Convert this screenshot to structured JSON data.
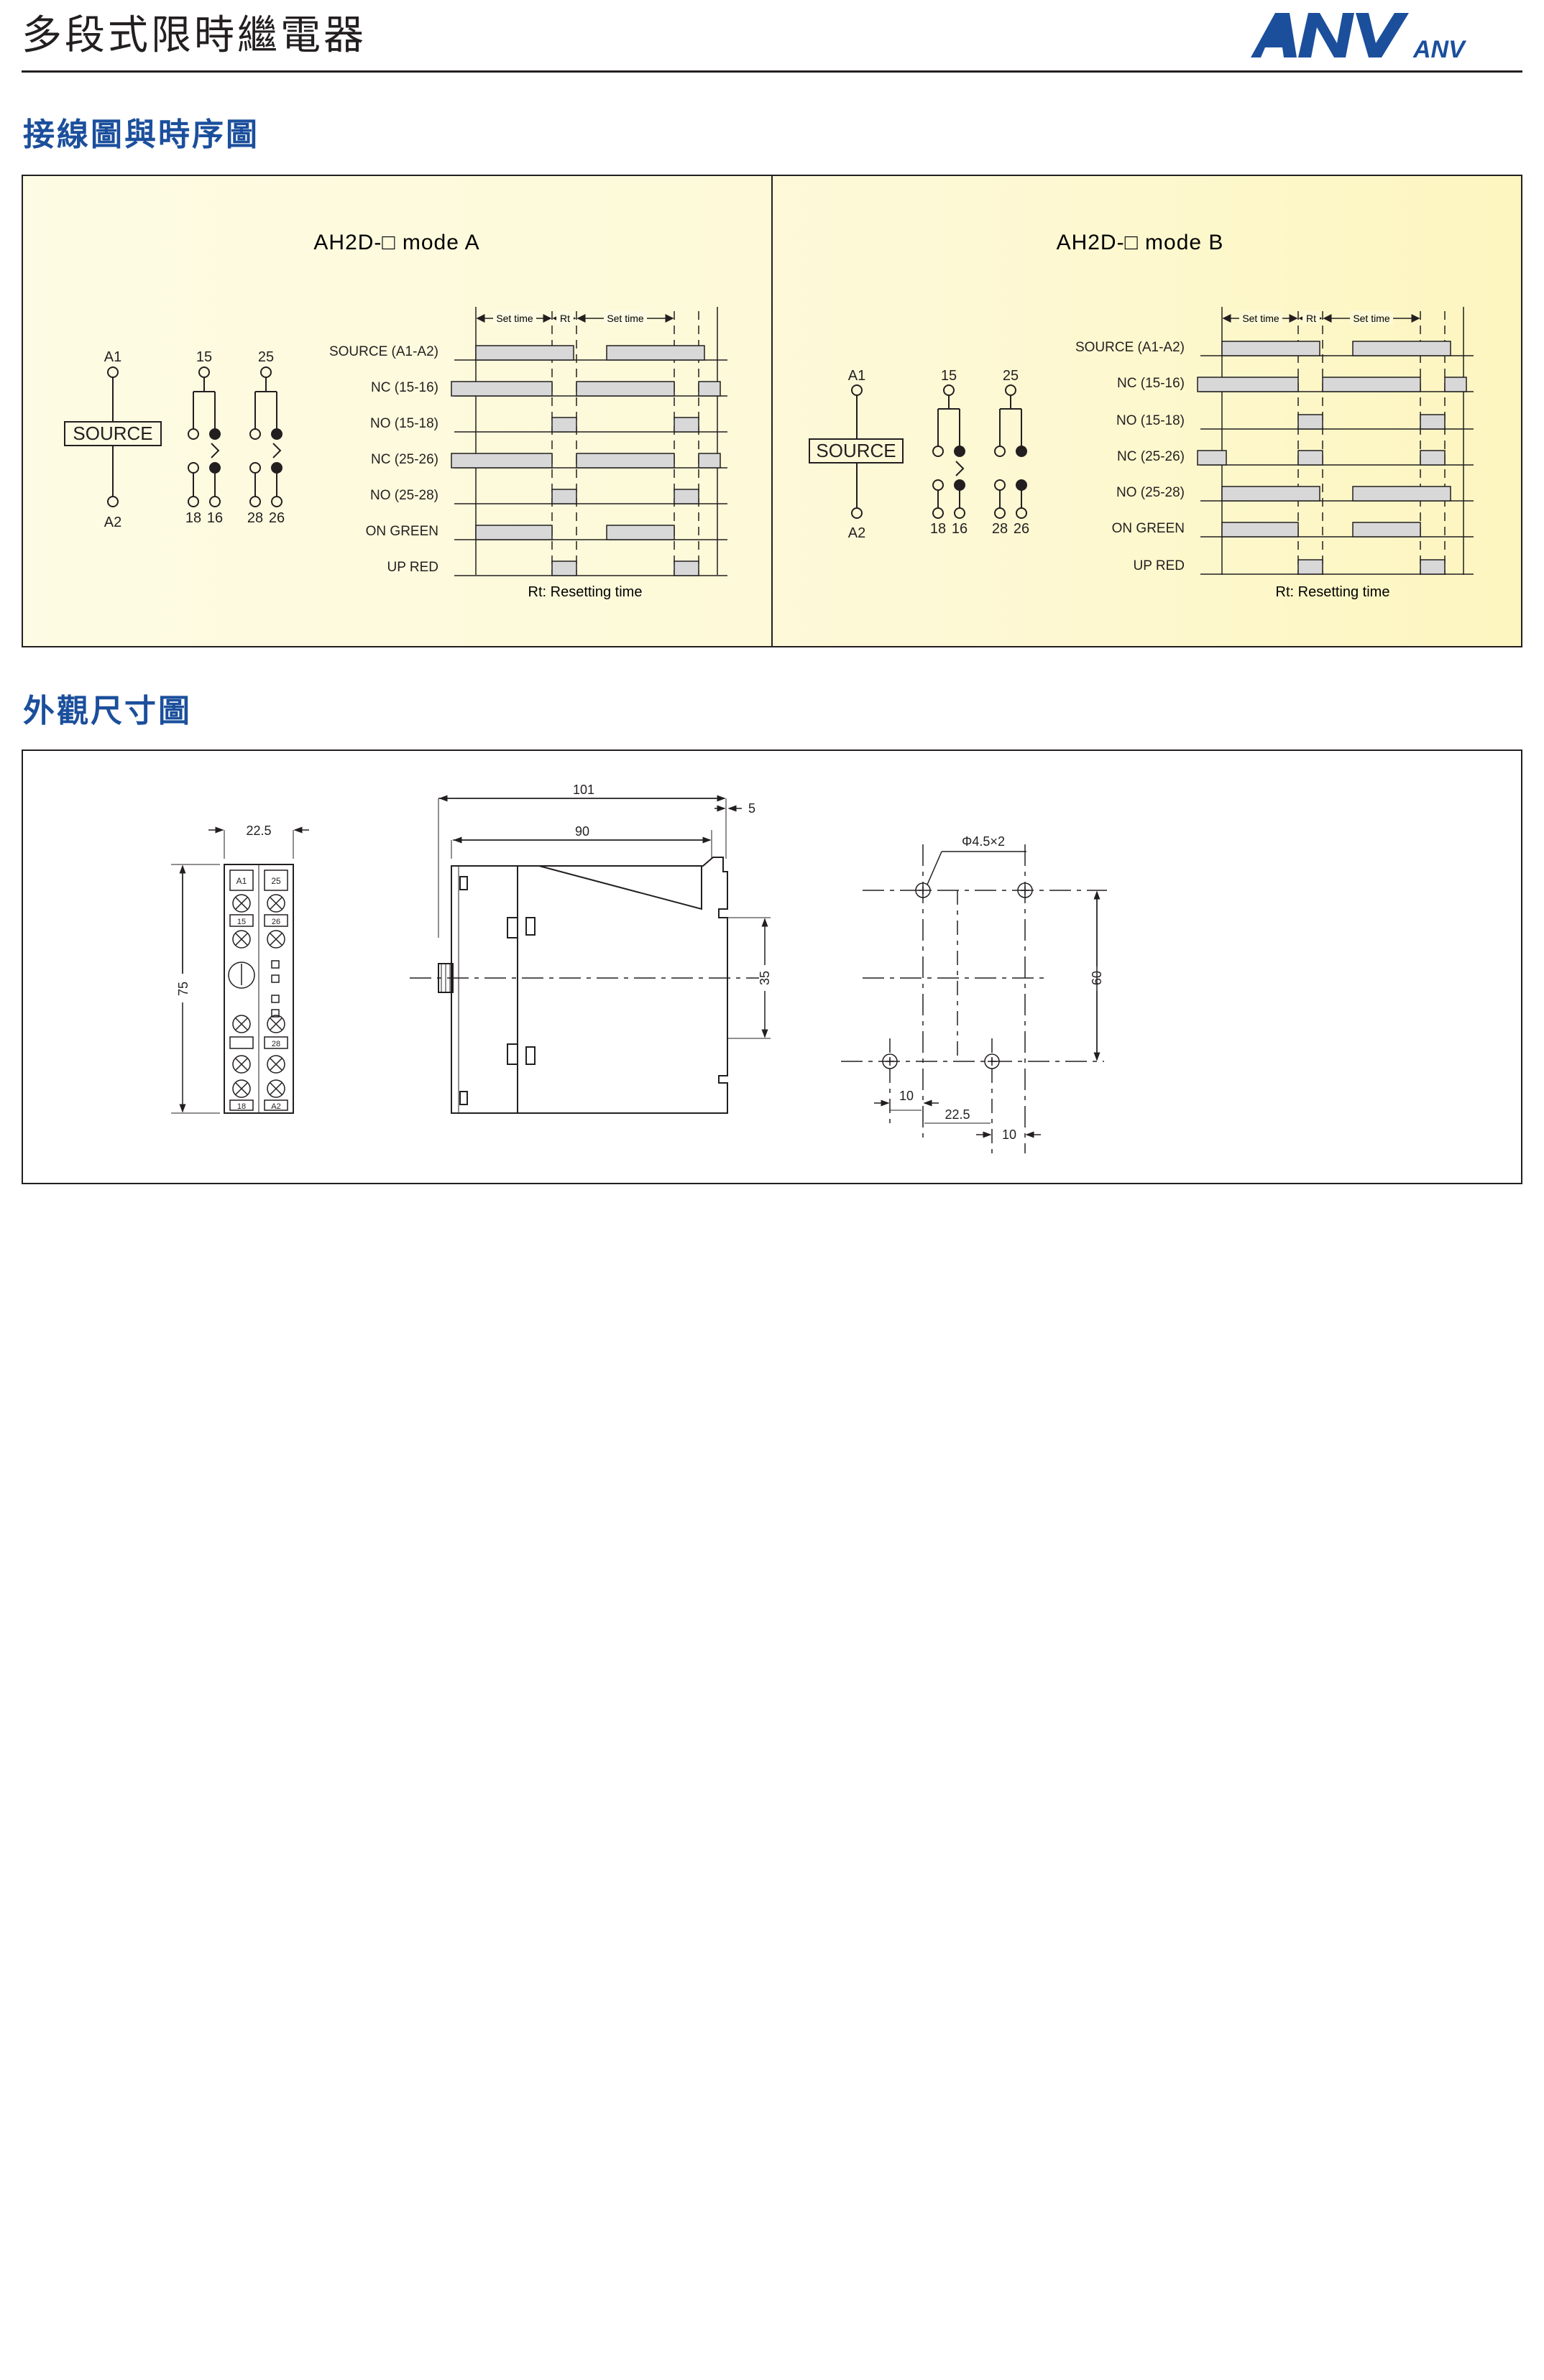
{
  "header": {
    "title": "多段式限時繼電器",
    "logo_text": "ANV",
    "logo_small": "ANV",
    "brand_color": "#1b4f9c"
  },
  "sections": {
    "wiring_title": "接線圖與時序圖",
    "dimension_title": "外觀尺寸圖"
  },
  "timing": {
    "mode_a_title": "AH2D-□  mode A",
    "mode_b_title": "AH2D-□  mode B",
    "signals": [
      "SOURCE  (A1-A2)",
      "NC  (15-16)",
      "NO  (15-18)",
      "NC  (25-26)",
      "NO  (25-28)",
      "ON  GREEN",
      "UP  RED"
    ],
    "set_time": "Set time",
    "rt": "Rt",
    "footnote": "Rt: Resetting time",
    "terminals": {
      "a1": "A1",
      "a2": "A2",
      "t15": "15",
      "t25": "25",
      "t18": "18",
      "t16": "16",
      "t28": "28",
      "t26": "26",
      "source_box": "SOURCE"
    }
  },
  "dimensions": {
    "front_width": "22.5",
    "front_height": "75",
    "side_total": "101",
    "side_body": "90",
    "side_tab": "5",
    "side_rail": "35",
    "hole_spec": "Φ4.5×2",
    "hole_v": "60",
    "hole_offset_left": "10",
    "hole_pitch": "22.5",
    "hole_offset_right": "10",
    "face_labels": [
      "A1",
      "25",
      "15",
      "26",
      "28",
      "18",
      "A2"
    ]
  }
}
